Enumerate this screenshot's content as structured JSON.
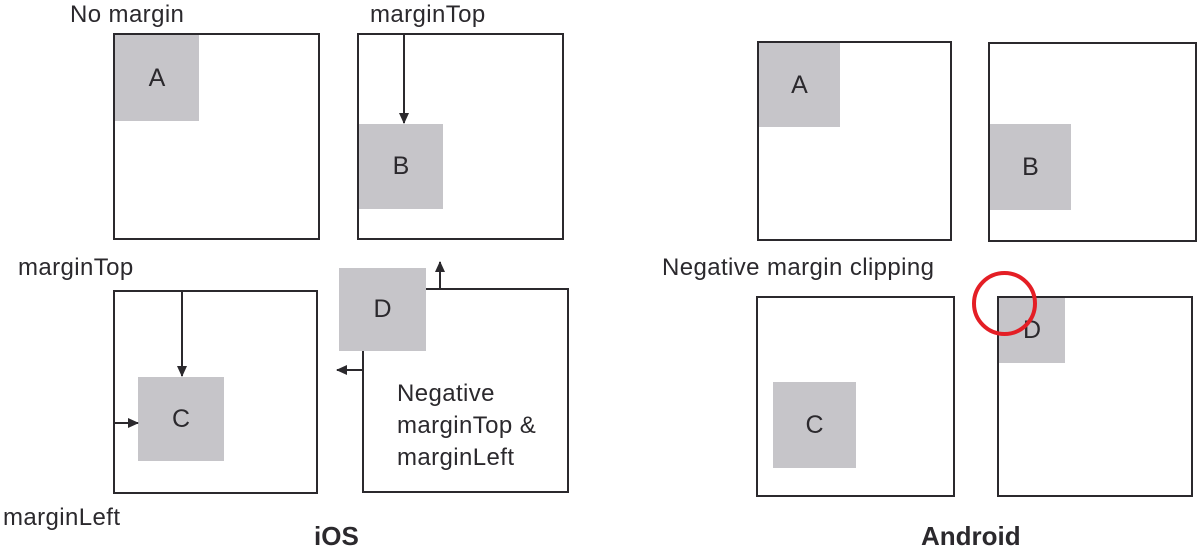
{
  "ios": {
    "section_label": "iOS",
    "no_margin_label": "No margin",
    "margin_top_label_top": "marginTop",
    "margin_top_label_bottom": "marginTop",
    "margin_left_label": "marginLeft",
    "negative_note": [
      "Negative",
      "marginTop &",
      "marginLeft"
    ],
    "squares": {
      "a": "A",
      "b": "B",
      "c": "C",
      "d": "D"
    }
  },
  "android": {
    "section_label": "Android",
    "clipping_label": "Negative margin clipping",
    "squares": {
      "a": "A",
      "b": "B",
      "c": "C",
      "d": "D"
    }
  },
  "colors": {
    "line": "#2b292d",
    "square_fill": "#c6c5c9",
    "red_highlight": "#e41e25"
  }
}
